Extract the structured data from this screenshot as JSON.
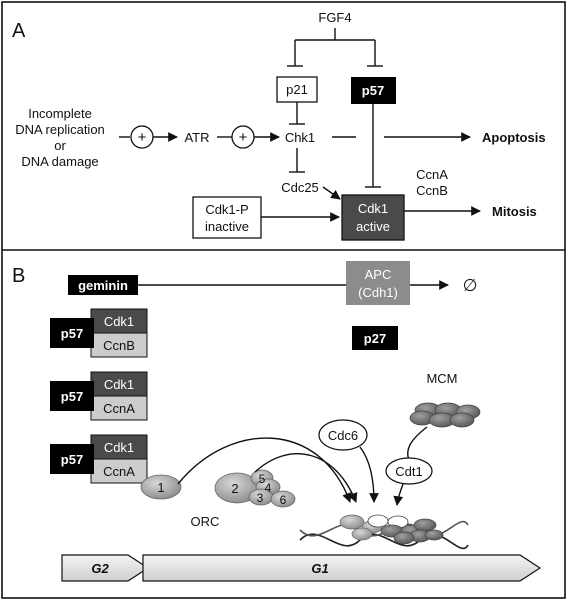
{
  "panels": {
    "a": {
      "label": "A",
      "fgf4": "FGF4",
      "p21": "p21",
      "p57": "p57",
      "incomplete": "Incomplete",
      "dna_replication": "DNA replication",
      "or": "or",
      "dna_damage": "DNA damage",
      "plus": "+",
      "atr": "ATR",
      "chk1": "Chk1",
      "cdc25": "Cdc25",
      "apoptosis": "Apoptosis",
      "cdk1p_line1": "Cdk1-P",
      "cdk1p_line2": "inactive",
      "cdk1a_line1": "Cdk1",
      "cdk1a_line2": "active",
      "ccna": "CcnA",
      "ccnb": "CcnB",
      "mitosis": "Mitosis"
    },
    "b": {
      "label": "B",
      "geminin": "geminin",
      "apc_line1": "APC",
      "apc_line2": "(Cdh1)",
      "empty_set": "∅",
      "p27": "p27",
      "complexes": [
        {
          "p57": "p57",
          "cdk": "Cdk1",
          "cyclin": "CcnB"
        },
        {
          "p57": "p57",
          "cdk": "Cdk1",
          "cyclin": "CcnA"
        },
        {
          "p57": "p57",
          "cdk": "Cdk1",
          "cyclin": "CcnA"
        }
      ],
      "orc_subunits": [
        "1",
        "2",
        "3",
        "4",
        "5",
        "6"
      ],
      "orc": "ORC",
      "cdc6": "Cdc6",
      "cdt1": "Cdt1",
      "mcm": "MCM",
      "g2": "G2",
      "g1": "G1"
    }
  },
  "colors": {
    "black_box": "#000000",
    "dark_box": "#4a4a4a",
    "light_box": "#cccccc",
    "apc_box": "#8c8c8c",
    "oval": "#a8a8a8",
    "mcm": "#7a7a7a",
    "arrow_fill": "#e0e0e0"
  },
  "icons": [
    "plus-circle-icon",
    "inhibition-bar-icon",
    "dna-helix-icon",
    "empty-set-icon"
  ]
}
